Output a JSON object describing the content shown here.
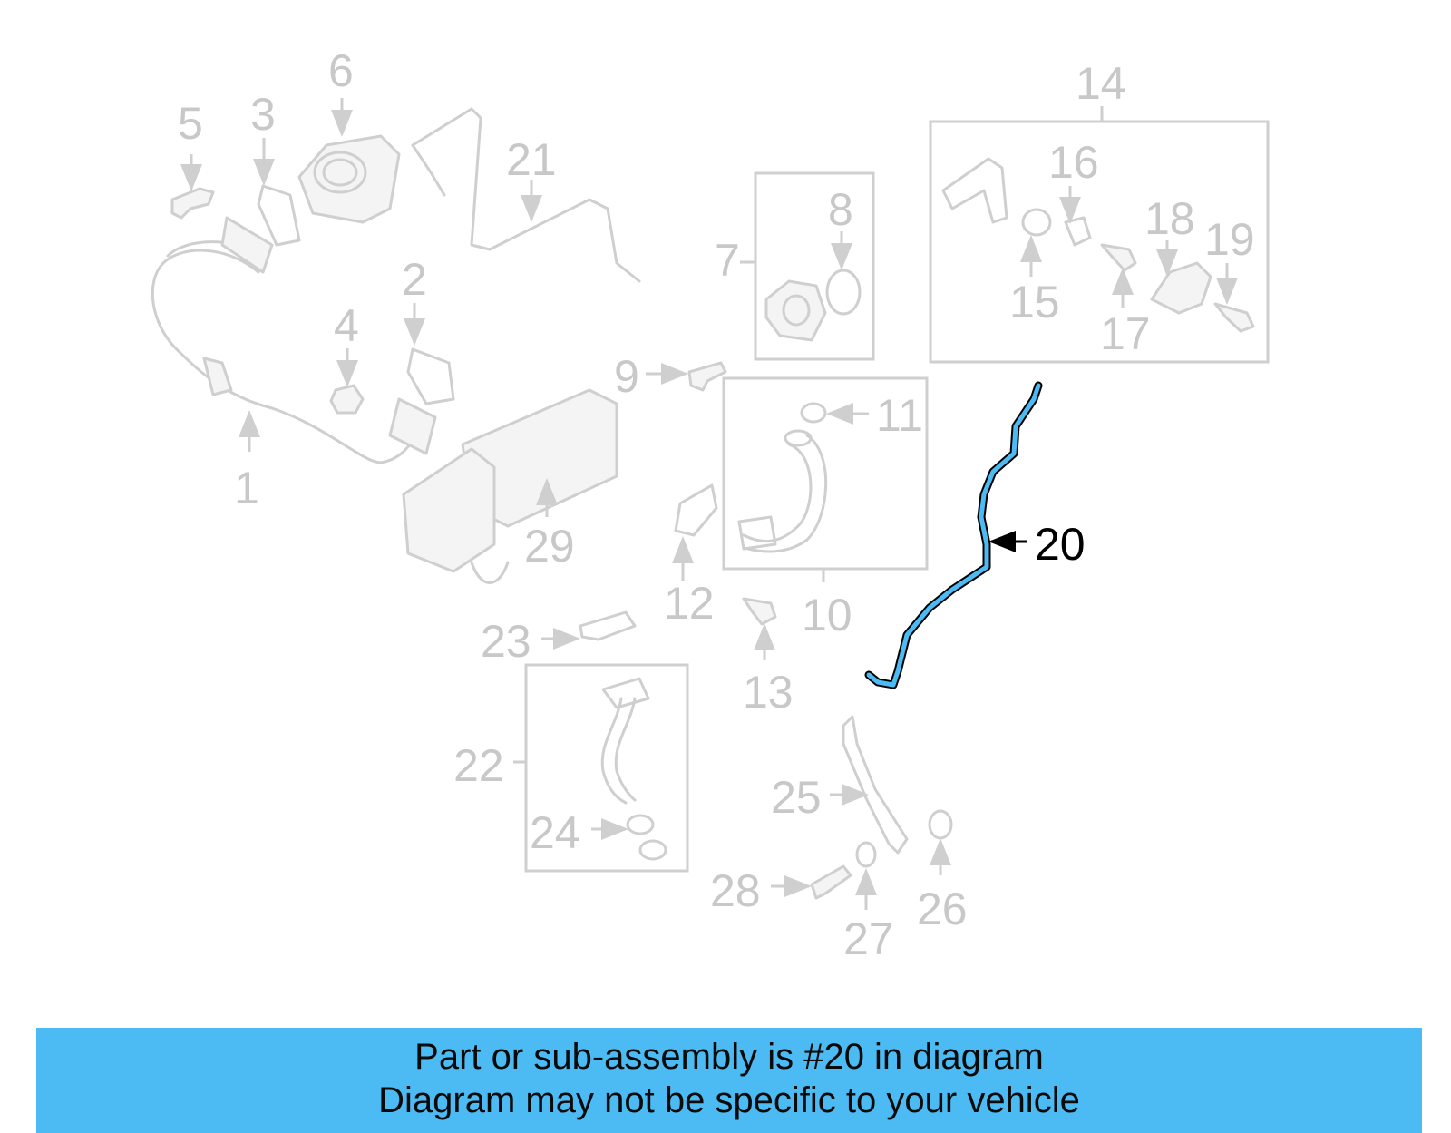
{
  "diagram": {
    "highlighted_part": "20",
    "part_labels": [
      "1",
      "2",
      "3",
      "4",
      "5",
      "6",
      "7",
      "8",
      "9",
      "10",
      "11",
      "12",
      "13",
      "14",
      "15",
      "16",
      "17",
      "18",
      "19",
      "20",
      "21",
      "22",
      "23",
      "24",
      "25",
      "26",
      "27",
      "28",
      "29"
    ]
  },
  "caption": {
    "line1": "Part or sub-assembly is #20 in diagram",
    "line2": "Diagram may not be specific to your vehicle"
  },
  "colors": {
    "caption_bar": "#4dbbf3",
    "highlight_part": "#4dbbf3",
    "ghost_parts": "#cfcfcf"
  }
}
